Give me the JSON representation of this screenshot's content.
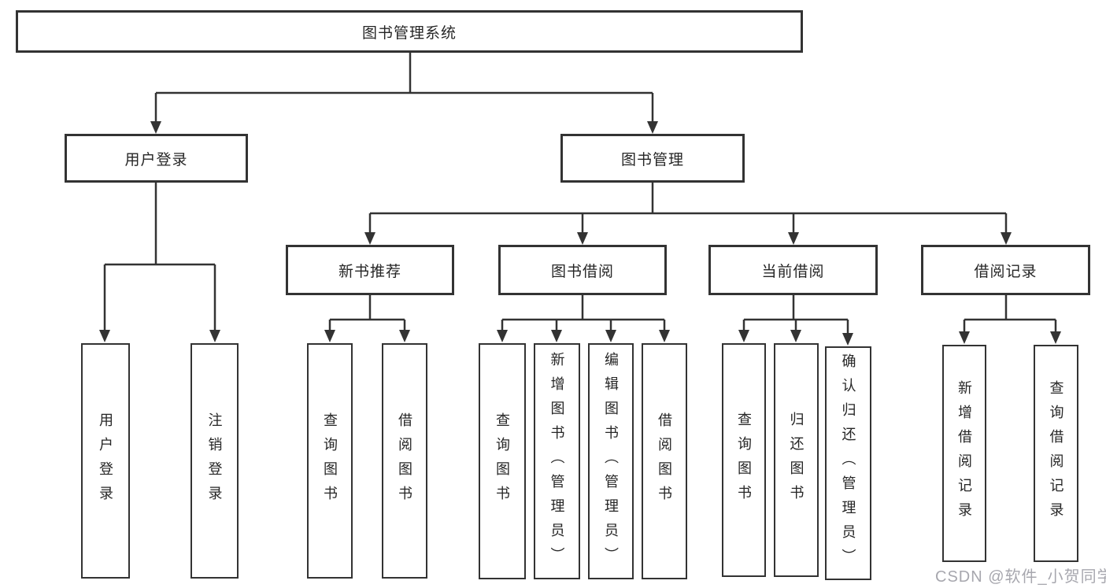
{
  "tree": {
    "label": "图书管理系统",
    "children": [
      {
        "label": "用户登录",
        "children": [
          {
            "label": "用户登录"
          },
          {
            "label": "注销登录"
          }
        ]
      },
      {
        "label": "图书管理",
        "children": [
          {
            "label": "新书推荐",
            "children": [
              {
                "label": "查询图书"
              },
              {
                "label": "借阅图书"
              }
            ]
          },
          {
            "label": "图书借阅",
            "children": [
              {
                "label": "查询图书"
              },
              {
                "label": "新增图书（管理员）"
              },
              {
                "label": "编辑图书（管理员）"
              },
              {
                "label": "借阅图书"
              }
            ]
          },
          {
            "label": "当前借阅",
            "children": [
              {
                "label": "查询图书"
              },
              {
                "label": "归还图书"
              },
              {
                "label": "确认归还（管理员）"
              }
            ]
          },
          {
            "label": "借阅记录",
            "children": [
              {
                "label": "新增借阅记录"
              },
              {
                "label": "查询借阅记录"
              }
            ]
          }
        ]
      }
    ]
  },
  "watermark": {
    "text": "CSDN @软件_小贺同学"
  },
  "colors": {
    "line": "#333333",
    "text": "#262626",
    "watermark": "#a7a7ae",
    "background": "#ffffff"
  }
}
